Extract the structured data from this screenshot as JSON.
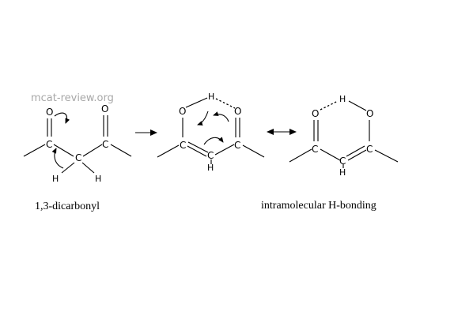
{
  "watermark": "mcat-review.org",
  "labels": {
    "oxygen": "O",
    "carbon": "C",
    "hydrogen": "H"
  },
  "captions": {
    "left": "1,3-dicarbonyl",
    "right": "intramolecular H-bonding"
  }
}
